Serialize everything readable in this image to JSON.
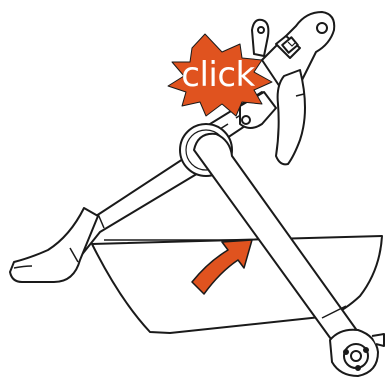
{
  "diagram": {
    "burst_label": "click",
    "colors": {
      "accent": "#e0531f",
      "line": "#1a1a1a",
      "background": "#ffffff"
    },
    "icons": [
      "click-burst",
      "rotation-arrow"
    ]
  }
}
